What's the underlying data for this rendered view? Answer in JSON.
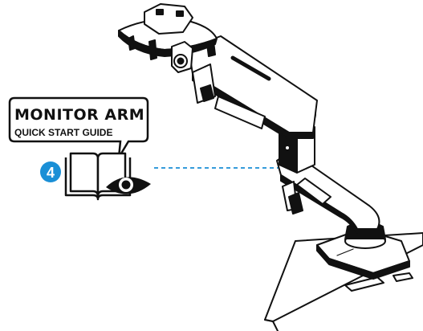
{
  "callout": {
    "title": "MONITOR ARM",
    "subtitle": "QUICK START GUIDE"
  },
  "step": {
    "number": "4",
    "badge_color": "#1a8fd6"
  },
  "icons": [
    "open-book-icon",
    "eye-icon",
    "monitor-arm-illustration"
  ],
  "colors": {
    "line": "#111111",
    "leader_line": "#1a8fd6"
  }
}
